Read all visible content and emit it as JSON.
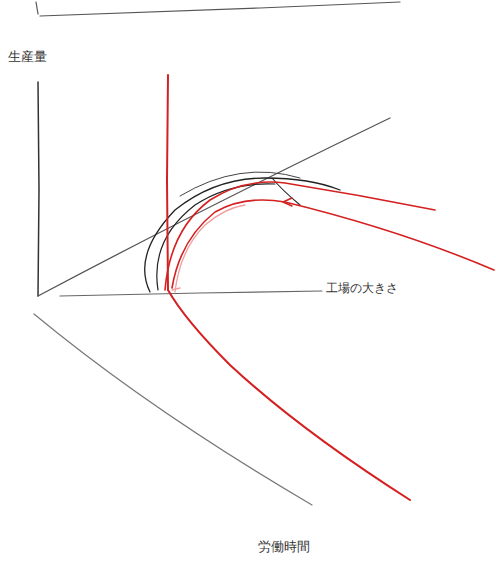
{
  "diagram": {
    "labels": [
      "生産量",
      "工場の大きさ",
      "労働時間"
    ]
  }
}
